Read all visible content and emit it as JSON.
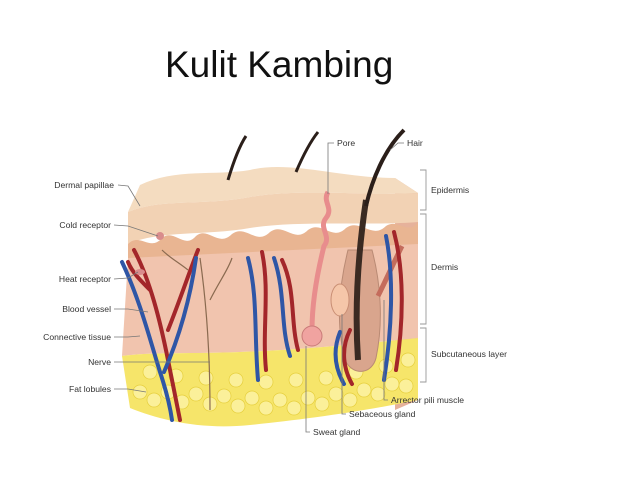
{
  "slide": {
    "title": "Kulit Kambing"
  },
  "diagram": {
    "left_labels": [
      "Dermal papillae",
      "Cold receptor",
      "Heat receptor",
      "Blood vessel",
      "Connective tissue",
      "Nerve",
      "Fat lobules"
    ],
    "top_labels": [
      "Pore",
      "Hair"
    ],
    "layer_labels": [
      "Epidermis",
      "Dermis",
      "Subcutaneous layer"
    ],
    "bottom_labels": [
      "Arrector pili muscle",
      "Sebaceous gland",
      "Sweat gland"
    ]
  },
  "colors": {
    "artery": "#a3262a",
    "vein": "#2f56a6",
    "fat": "#f6e56a",
    "epidermis": "#f2d2b4",
    "dermis": "#f1c4ae"
  }
}
